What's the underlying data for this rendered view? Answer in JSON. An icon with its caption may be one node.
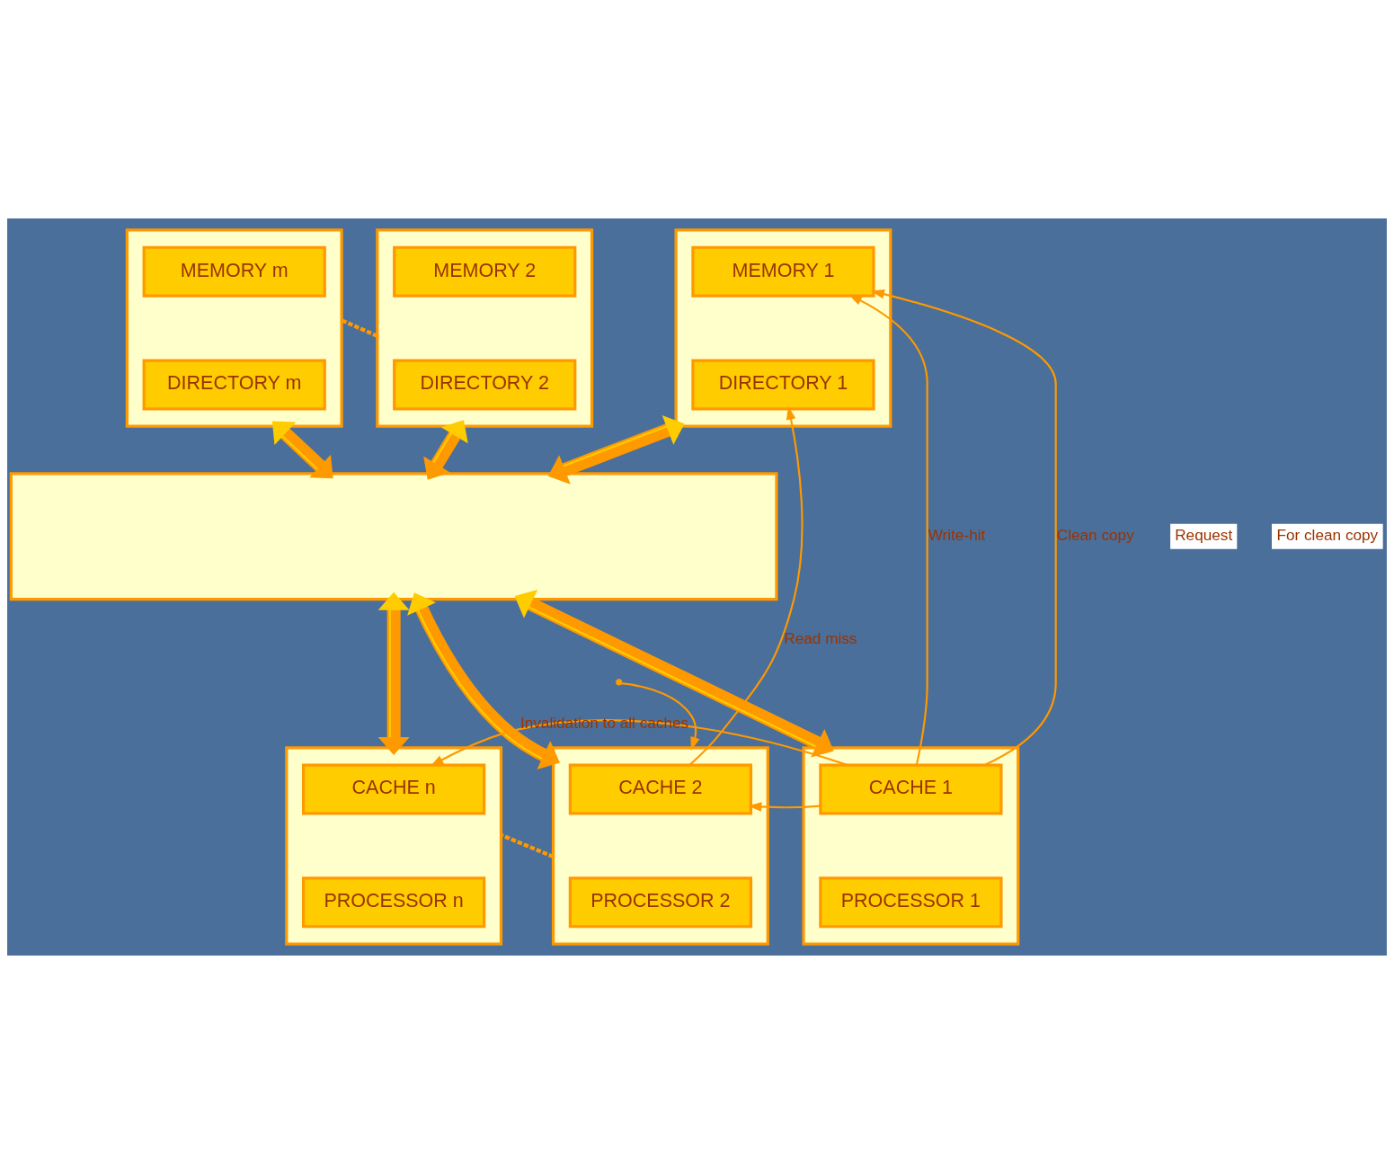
{
  "diagram": {
    "nodes": [
      {
        "text": [],
        "shape": "box"
      },
      {
        "text": [
          "MEMORY 1"
        ],
        "in": 0
      },
      {
        "text": [
          "DIRECTORY 1"
        ],
        "in": 0
      },
      {
        "text": [],
        "shape": "box"
      },
      {
        "text": [
          "MEMORY 2"
        ],
        "in": 3
      },
      {
        "text": [
          "DIRECTORY 2"
        ],
        "in": 3
      },
      {
        "text": [],
        "shape": "box"
      },
      {
        "text": [
          "MEMORY m"
        ],
        "in": 6
      },
      {
        "text": [
          "DIRECTORY m"
        ],
        "in": 6
      },
      {
        "text": [],
        "shape": "bar"
      },
      {
        "text": [],
        "shape": "box"
      },
      {
        "text": [
          "CACHE 1"
        ],
        "in": 10
      },
      {
        "text": [
          "PROCESSOR 1"
        ],
        "in": 10
      },
      {
        "text": [],
        "shape": "box"
      },
      {
        "text": [
          "CACHE 2"
        ],
        "in": 13
      },
      {
        "text": [
          "PROCESSOR 2"
        ],
        "in": 13
      },
      {
        "text": [],
        "shape": "box"
      },
      {
        "text": [
          "CACHE n"
        ],
        "in": 16
      },
      {
        "text": [
          "PROCESSOR n"
        ],
        "in": 16
      }
    ],
    "edges": [
      {
        "from": 0,
        "to": 9,
        "arrow": "both",
        "style": "thick"
      },
      {
        "from": 3,
        "to": 9,
        "arrow": "both",
        "style": "thick"
      },
      {
        "from": 6,
        "to": 9,
        "arrow": "both",
        "style": "thick"
      },
      {
        "from": 9,
        "to": 10,
        "arrow": "both",
        "style": "thick"
      },
      {
        "from": 9,
        "to": 13,
        "arrow": "both",
        "style": "thick"
      },
      {
        "from": 9,
        "to": 16,
        "arrow": "both",
        "style": "thick"
      },
      {
        "from": 3,
        "to": 6,
        "arrow": "none",
        "style": "dashed"
      },
      {
        "from": 13,
        "to": 16,
        "arrow": "none",
        "style": "dashed"
      },
      {
        "from": 11,
        "to": 1,
        "arrow": "to",
        "label": "Clean copy"
      },
      {
        "from": 11,
        "to": 14,
        "arrow": "to"
      },
      {
        "from": 11,
        "to": 1,
        "arrow": "to",
        "label": "Write-hit"
      },
      {
        "from": 11,
        "to": 17,
        "arrow": "to",
        "label": "Invalidation to all caches"
      },
      {
        "from": null,
        "to": 13,
        "arrow": "to"
      },
      {
        "from": 14,
        "to": 2,
        "arrow": "to",
        "label": "Read miss"
      }
    ],
    "labels": [
      "Request",
      "For clean copy"
    ]
  }
}
